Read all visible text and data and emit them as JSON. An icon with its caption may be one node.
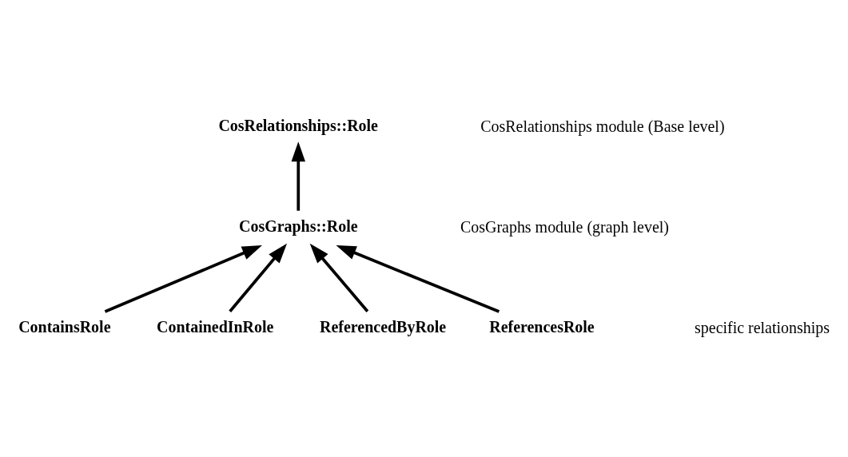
{
  "diagram": {
    "nodes": [
      {
        "text": [
          "CosRelationships::Role"
        ]
      },
      {
        "text": [
          "CosGraphs::Role"
        ]
      },
      {
        "text": [
          "ContainsRole"
        ]
      },
      {
        "text": [
          "ContainedInRole"
        ]
      },
      {
        "text": [
          "ReferencedByRole"
        ]
      },
      {
        "text": [
          "ReferencesRole"
        ]
      }
    ],
    "edges": [
      {
        "from": 1,
        "to": 0,
        "arrow": "to"
      },
      {
        "from": 2,
        "to": 1,
        "arrow": "to"
      },
      {
        "from": 3,
        "to": 1,
        "arrow": "to"
      },
      {
        "from": 4,
        "to": 1,
        "arrow": "to"
      },
      {
        "from": 5,
        "to": 1,
        "arrow": "to"
      }
    ],
    "labels": [
      "CosRelationships module (Base level)",
      "CosGraphs module (graph level)",
      "specific relationships"
    ]
  }
}
